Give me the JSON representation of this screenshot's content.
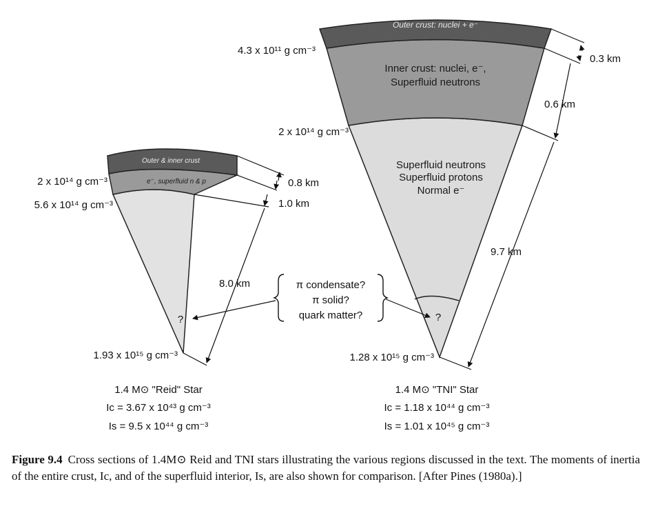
{
  "reid": {
    "outer_crust_label": "Outer & inner crust",
    "inner_layer_label": "e⁻, superfluid n & p",
    "density_1": "2 x 10¹⁴ g cm⁻³",
    "density_2": "5.6 x 10¹⁴ g cm⁻³",
    "density_center": "1.93 x 10¹⁵ g cm⁻³",
    "dist_1": "0.8 km",
    "dist_2": "1.0 km",
    "dist_3": "8.0 km",
    "core_question": "?",
    "name": "1.4 M⊙  \"Reid\" Star",
    "ic": "Ic = 3.67 x 10⁴³ g cm⁻³",
    "is": "Is = 9.5 x 10⁴⁴ g cm⁻³"
  },
  "tni": {
    "outer_crust_label": "Outer crust: nuclei + e⁻",
    "inner_crust_line1": "Inner crust: nuclei, e⁻,",
    "inner_crust_line2": "Superfluid neutrons",
    "core_line1": "Superfluid neutrons",
    "core_line2": "Superfluid protons",
    "core_line3": "Normal e⁻",
    "density_1": "4.3 x 10¹¹ g cm⁻³",
    "density_2": "2 x 10¹⁴ g cm⁻³",
    "density_center": "1.28 x 10¹⁵ g cm⁻³",
    "dist_1": "0.3 km",
    "dist_2": "0.6 km",
    "dist_3": "9.7 km",
    "core_question": "?",
    "name": "1.4 M⊙  \"TNI\" Star",
    "ic": "Ic = 1.18 x 10⁴⁴ g cm⁻³",
    "is": "Is = 1.01 x 10⁴⁵ g cm⁻³"
  },
  "core_options": {
    "line1": "π condensate?",
    "line2": "π solid?",
    "line3": "quark matter?"
  },
  "caption": {
    "label": "Figure 9.4",
    "text": "Cross sections of 1.4M⊙ Reid and TNI stars illustrating the various regions discussed in the text. The moments of inertia of the entire crust, Ic, and of the superfluid interior, Is, are also shown for comparison. [After Pines (1980a).]"
  },
  "colors": {
    "outer_crust": "#5a5a5a",
    "inner_crust": "#9a9a9a",
    "core": "#dcdcdc",
    "ink": "#111111"
  }
}
